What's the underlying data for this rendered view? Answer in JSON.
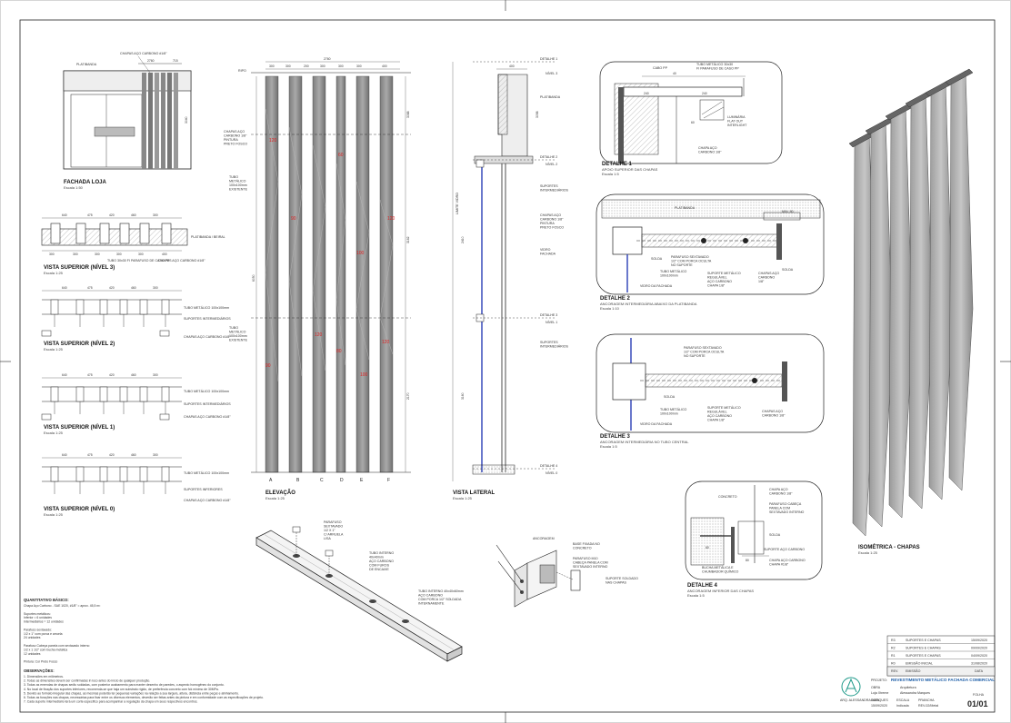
{
  "views": {
    "fachada_loja": {
      "title": "FACHADA LOJA",
      "scale": "Escala 1:50",
      "labels": {
        "chapa": "CHAPAS AÇO CARBONO #1/8\"",
        "platibanda": "PLATIBANDA"
      },
      "dims": [
        "2760",
        "3040",
        "715"
      ]
    },
    "vista_n3": {
      "title": "VISTA SUPERIOR (NÍVEL 3)",
      "scale": "Escala 1:25",
      "labels": {
        "platibanda": "PLATIBANDA / BEIRAL",
        "tubo": "TUBO 30x30 FI PARAFUSO DE CASO PP",
        "chapa": "CHAPAS AÇO CARBONO #1/8\""
      },
      "dims_top": [
        "640",
        "475",
        "420",
        "460",
        "300"
      ],
      "dims_bottom": [
        "300",
        "300",
        "300",
        "300",
        "300",
        "400"
      ]
    },
    "vista_n2": {
      "title": "VISTA SUPERIOR (NÍVEL 2)",
      "scale": "Escala 1:25",
      "labels": {
        "tubo": "TUBO METÁLICO 100x100mm",
        "suporte": "SUPORTES INTERMEDIÁRIOS",
        "chapa": "CHAPAS AÇO CARBONO #1/8\""
      },
      "dims_top": [
        "640",
        "475",
        "420",
        "460",
        "300"
      ]
    },
    "vista_n1": {
      "title": "VISTA SUPERIOR (NÍVEL 1)",
      "scale": "Escala 1:25",
      "labels": {
        "tubo": "TUBO METÁLICO 100x100mm",
        "suporte": "SUPORTES INTERMEDIÁRIOS",
        "chapa": "CHAPAS AÇO CARBONO #1/8\""
      },
      "dims_top": [
        "640",
        "475",
        "420",
        "460",
        "300"
      ]
    },
    "vista_n0": {
      "title": "VISTA SUPERIOR (NÍVEL 0)",
      "scale": "Escala 1:25",
      "labels": {
        "tubo": "TUBO METÁLICO 100x100mm",
        "suporte": "SUPORTES INFERIORES",
        "chapa": "CHAPAS AÇO CARBONO #1/8\""
      },
      "dims_top": [
        "640",
        "475",
        "420",
        "460",
        "300"
      ]
    },
    "elevacao": {
      "title": "ELEVAÇÃO",
      "scale": "Escala 1:25",
      "labels": {
        "chapa": "CHAPAS AÇO CARBONO 1/8\" PINTURA PRETO FOSCO",
        "tubo_top": "TUBO METÁLICO 100x100mm EXISTENTE",
        "tubo_bottom": "TUBO METÁLICO 100x100mm EXISTENTE",
        "ripo": "RIPO"
      },
      "top_dim": "2760",
      "dims_top": [
        "300",
        "300",
        "200",
        "300",
        "300",
        "300",
        "400"
      ],
      "columns": [
        "A",
        "B",
        "C",
        "D",
        "E",
        "F"
      ],
      "red_numbers": [
        "120",
        "60",
        "90",
        "120",
        "100",
        "120",
        "80",
        "120",
        "90",
        "100"
      ],
      "height_dims": [
        "3088",
        "6050",
        "3162",
        "2170"
      ]
    },
    "vista_lateral": {
      "title": "VISTA LATERAL",
      "scale": "Escala 1:25",
      "labels": {
        "platibanda": "PLATIBANDA",
        "suportes_top": "SUPORTES INTERMEDIÁRIOS",
        "chapa": "CHAPAS AÇO CARBONO 1/8\" PINTURA PRETO FOSCO",
        "vidro": "VIDRO FACHADA",
        "suportes_bottom": "SUPORTES INTERMEDIÁRIOS",
        "limite": "LIMITE VIDRO"
      },
      "markers": [
        {
          "detalhe": "DETALHE 1",
          "nivel": "NÍVEL 3"
        },
        {
          "detalhe": "DETALHE 2",
          "nivel": "NÍVEL 2"
        },
        {
          "detalhe": "DETALHE 3",
          "nivel": "NÍVEL 1"
        },
        {
          "detalhe": "DETALHE 4",
          "nivel": "NÍVEL 0"
        }
      ],
      "dims": [
        "400",
        "3098",
        "2410",
        "3160"
      ]
    },
    "detalhe1": {
      "title": "DETALHE 1",
      "subtitle": "APOIO SUPERIOR DAS CHAPAS",
      "scale": "Escala 1:5",
      "labels": {
        "cabo": "CABO PP",
        "tubo": "TUBO METÁLICO 30x30 FI PARAFUSO DE CASO PP",
        "luminaria": "LUMINÁRIA FLAT OUT INTERLIGHT",
        "chapa": "CHAPA AÇO CARBONO 1/8\""
      },
      "dims": [
        "40",
        "240",
        "240",
        "240",
        "60"
      ]
    },
    "detalhe2": {
      "title": "DETALHE 2",
      "subtitle": "ANCORAGEM INTERMEDIÁRIA ABAIXO DA PLATIBANDA",
      "scale": "Escala 1:10",
      "labels": {
        "platibanda": "PLATIBANDA",
        "min": "MIN. 80",
        "parafuso": "PARAFUSO SEXTAVADO 1/2\" COM PORCA OCULTA NO SUPORTE",
        "solda": "SOLDA",
        "tubo": "TUBO METÁLICO 100x100mm",
        "suporte": "SUPORTE METÁLICO REGULÁVEL AÇO CARBONO CHAPA 1/8\"",
        "chapa": "CHAPAS AÇO CARBONO 1/8\"",
        "solda2": "SOLDA",
        "vidro": "VIDRO DA FACHADA"
      }
    },
    "detalhe3": {
      "title": "DETALHE 3",
      "subtitle": "ANCORAGEM INTERMEDIÁRIA NO TUBO CENTRAL",
      "scale": "Escala 1:5",
      "labels": {
        "parafuso": "PARAFUSO SEXTAVADO 1/2\" COM PORCA OCULTA NO SUPORTE",
        "solda": "SOLDA",
        "tubo": "TUBO METÁLICO 100x100mm",
        "suporte": "SUPORTE METÁLICO REGULÁVEL AÇO CARBONO CHAPA 1/8\"",
        "chapa": "CHAPAS AÇO CARBONO 1/8\"",
        "vidro": "VIDRO DA FACHADA"
      }
    },
    "detalhe4": {
      "title": "DETALHE 4",
      "subtitle": "ANCORAGEM INFERIOR DAS CHAPAS",
      "scale": "Escala 1:5",
      "labels": {
        "concreto": "CONCRETO",
        "chapa_top": "CHAPA AÇO CARBONO 1/8\"",
        "parafuso": "PARAFUSO CABEÇA PANELA COM SEXTAVADO INTERNO",
        "solda": "SOLDA",
        "bucha": "BUCHA METÁLICA E CHUMBADOR QUÍMICO",
        "suporte": "SUPORTE AÇO CARBONO",
        "chapa": "CHAPA AÇO CARBONO CHAPA #1/8\""
      },
      "dims": [
        "60",
        "80"
      ]
    },
    "iso_tubo": {
      "labels": {
        "parafuso": "PARAFUSO SEXTAVADO 1/2\" C/ ARRUELA LISA",
        "tubo_int": "TUBO INTERNO 40x40mm AÇO CARBONO COM FUROS DE ENCAIXE",
        "tubo_int2": "TUBO INTERNO 40x40x60mm AÇO CARBONO COM PORCA 1/2\" SOLDADA INTERNAMENTE"
      }
    },
    "iso_ancoragem": {
      "labels": {
        "ancoragem": "ANCORAGEM",
        "base": "BASE FIXADA NO CONCRETO",
        "parafuso": "PARAFUSO M10 CABEÇA PANELA COM SEXTAVADO INTERNO",
        "suporte": "SUPORTE SOLDADO NAS CHAPAS"
      }
    },
    "isometrica": {
      "title": "ISOMÉTRICA - CHAPAS",
      "scale": "Escala 1:25"
    }
  },
  "notes": {
    "quantitativo_title": "QUANTITATIVO BÁSICO:",
    "quantitativo": [
      "Chapa Aço Carbono - SAE 1020, #1/8\" = aprox. 45,5 m²",
      "",
      "Suportes metálicos:",
      "Inferior = 6 unidades",
      "Intermediários = 12 unidades",
      "",
      "Parafuso sextavado:",
      "1/2 x 1\" com porca e arruela",
      "24 unidades",
      "",
      "Parafuso Cabeça panela com sextavado interno",
      "1/2 x 1 1/2\" com bucha metálica",
      "12 unidades",
      "",
      "Pintura: Cor Preto Fosco"
    ],
    "observacoes_title": "OBSERVAÇÕES:",
    "observacoes": [
      "1. Dimensões em milímetros.",
      "2. Todas as dimensões devem ser confirmadas in loco antes do início de qualquer produção.",
      "3. Todas as emendas de chapas serão soldadas, com posterior acabamento para manter desenho de paredes, o aspecto homogêneo do conjunto.",
      "4. No local de fixação dos suportes inferiores, recomenda-se que haja um substrato rígido, de preferência concreto com fck mínimo de 30MPa.",
      "5. Devido ao formato irregular das chapas, as mesmas poderão ter pequenas variações na relação a sua largura, altura, distância entre peças e alinhamento.",
      "6. Todas as furações nas chapas, necessárias para fixar entre os diversos elementos, deverão ser feitas antes da pintura e em conformidade com as especificações de projeto.",
      "7. Cada suporte intermediário terá um corte específico para acompanhar a regulação da chapa em seus respectivos encontros."
    ]
  },
  "title_block": {
    "revisions": [
      {
        "rev": "R3",
        "desc": "SUPORTES E CHAPAS",
        "date": "15/09/2020"
      },
      {
        "rev": "R2",
        "desc": "SUPORTES E CHAPAS",
        "date": "09/09/2020"
      },
      {
        "rev": "R1",
        "desc": "SUPORTES E CHAPAS",
        "date": "04/09/2020"
      },
      {
        "rev": "R0",
        "desc": "EMISSÃO INICIAL",
        "date": "31/08/2020"
      }
    ],
    "rev_header": {
      "rev": "REV.",
      "desc": "EMISSÃO",
      "date": "DATA"
    },
    "obra_label": "OBRA",
    "obra": "Loja Xtreme",
    "arq_label": "Arquitetura",
    "arq": "Alessandra Marques",
    "projeto_label": "PROJETO:",
    "projeto": "REVESTIMENTO METÁLICO FACHADA COMERCIAL",
    "data_label": "DATA",
    "data": "15/09/2020",
    "escala_label": "ESCALA",
    "escala": "Indicada",
    "prancha_label": "PRANCHA",
    "prancha": "REV-02/Metal",
    "folha_label": "FOLHA",
    "folha": "01/01",
    "logo_text": "ARQ. ALESSANDRA MARQUES"
  },
  "colors": {
    "plate": "#8e8e8e",
    "plate_light": "#c9c9c9",
    "glass": "#2b3fb6",
    "dim_red": "#d22222",
    "accent": "#1f5fa8"
  }
}
